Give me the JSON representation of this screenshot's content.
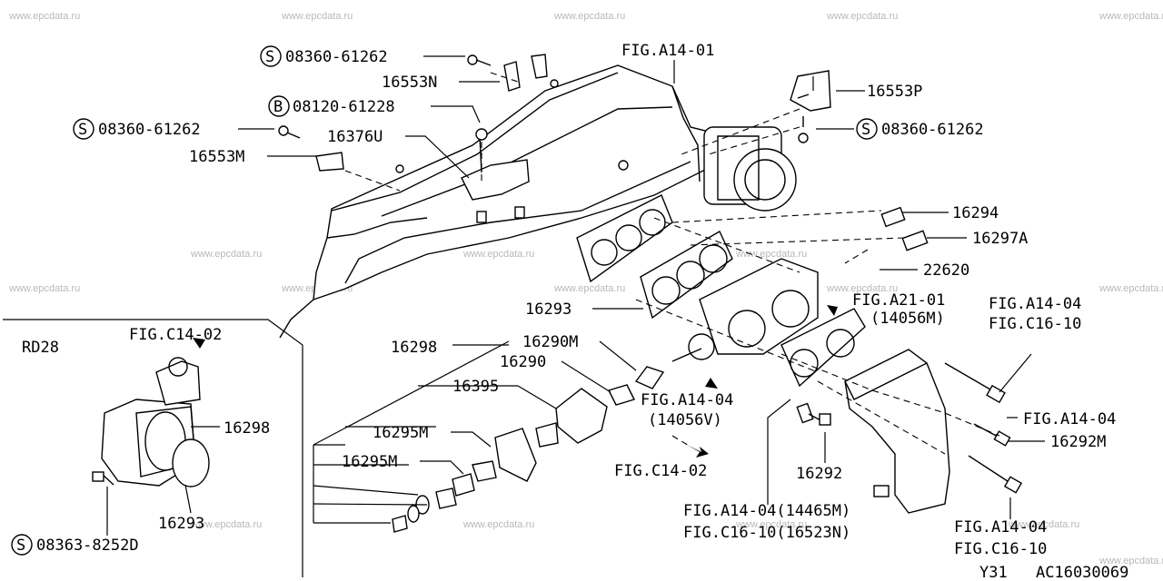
{
  "watermark": "www.epcdata.ru",
  "labels": {
    "s_08360_61262_a": "08360-61262",
    "n16553N": "16553N",
    "fig_a14_01": "FIG.A14-01",
    "n16553P": "16553P",
    "b_08120_61228": "08120-61228",
    "s_08360_61262_b": "08360-61262",
    "n16376U": "16376U",
    "s_08360_61262_c": "08360-61262",
    "n16553M": "16553M",
    "n16294": "16294",
    "n16297A": "16297A",
    "n22620": "22620",
    "n16293_main": "16293",
    "fig_a21_01": "FIG.A21-01",
    "p14056M": "(14056M)",
    "fig_a14_04_r1": "FIG.A14-04",
    "fig_c16_10_r1": "FIG.C16-10",
    "rd28": "RD28",
    "fig_c14_02_top": "FIG.C14-02",
    "n16298_main": "16298",
    "n16290M": "16290M",
    "n16290": "16290",
    "n16395": "16395",
    "fig_a14_04_mid": "FIG.A14-04",
    "p14056V": "(14056V)",
    "fig_a14_04_r2": "FIG.A14-04",
    "n16292M": "16292M",
    "n16295M_a": "16295M",
    "n16298_inset": "16298",
    "n16295M_b": "16295M",
    "fig_c14_02_bot": "FIG.C14-02",
    "n16292": "16292",
    "n16293_inset": "16293",
    "fig_a14_04_14465M": "FIG.A14-04(14465M)",
    "fig_c16_10_16523N": "FIG.C16-10(16523N)",
    "fig_a14_04_r3": "FIG.A14-04",
    "fig_c16_10_r3": "FIG.C16-10",
    "s_08363_8252D": "08363-8252D",
    "footer_y31": "Y31",
    "footer_code": "AC16030069",
    "circle_s": "S",
    "circle_b": "B"
  }
}
